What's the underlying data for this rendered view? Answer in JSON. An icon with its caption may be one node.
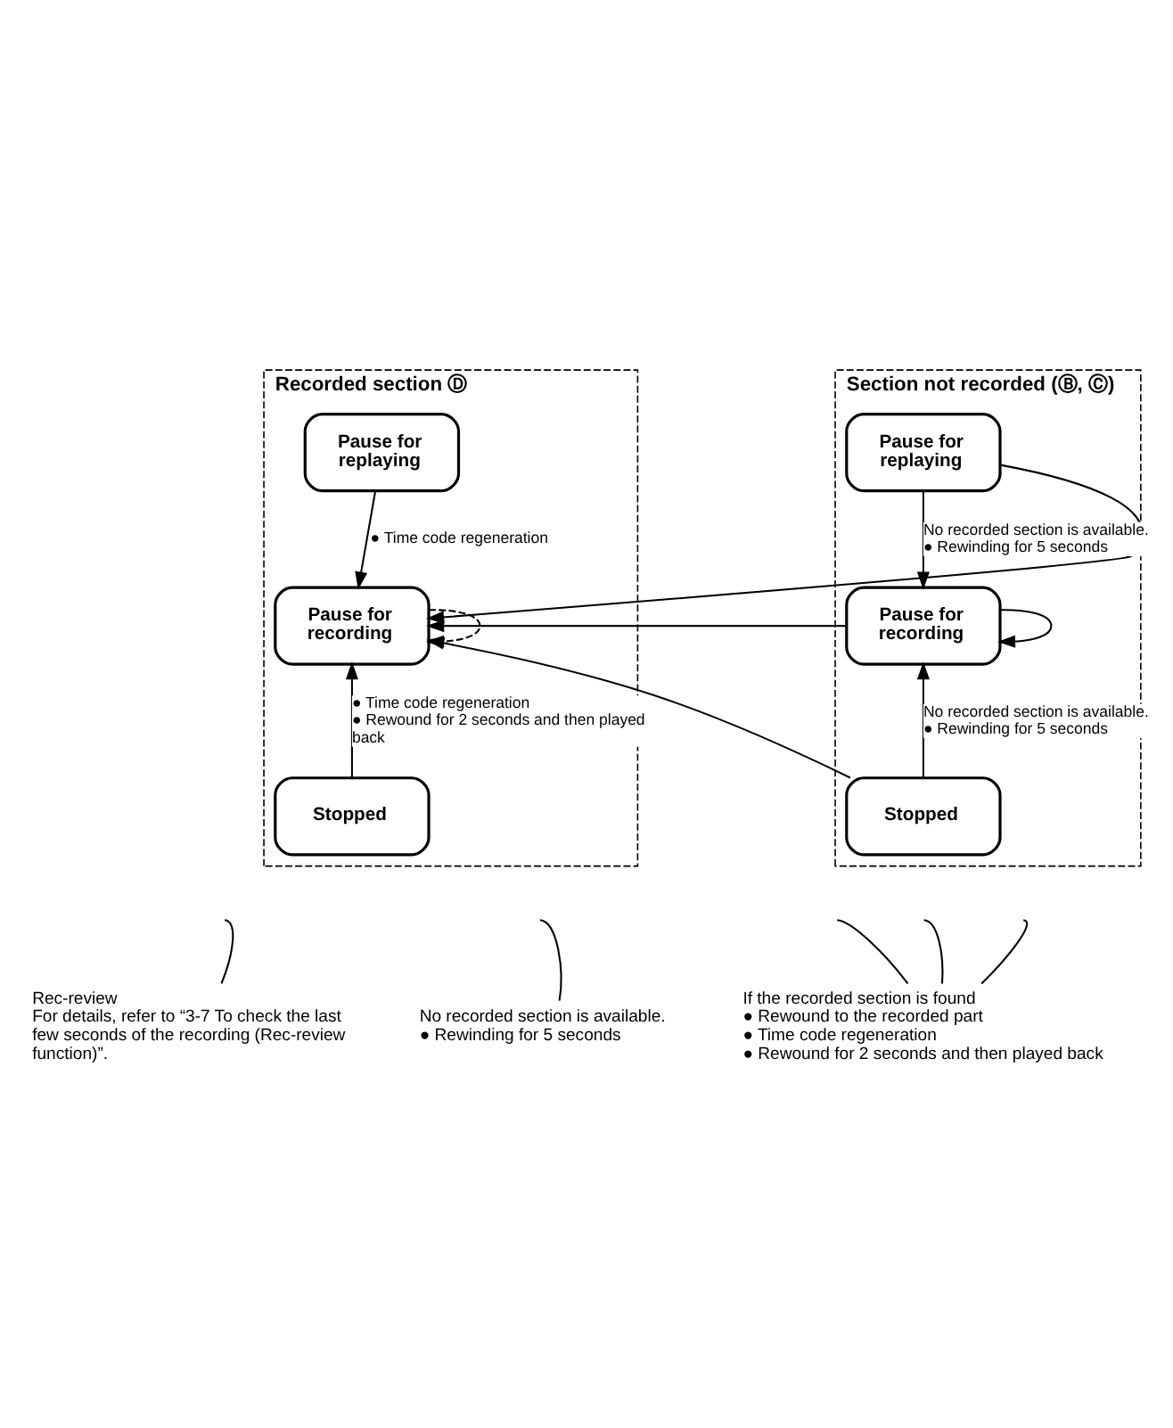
{
  "diagram": {
    "nodes": [
      {
        "text": [
          "Recorded section Ⓓ"
        ]
      },
      {
        "text": [
          "Pause for replaying"
        ],
        "in": 0
      },
      {
        "text": [
          "Pause for recording"
        ],
        "in": 0
      },
      {
        "text": [
          "Stopped"
        ],
        "in": 0
      },
      {
        "text": [
          "Section not recorded (Ⓑ, Ⓒ)"
        ]
      },
      {
        "text": [
          "Pause for replaying"
        ],
        "in": 4
      },
      {
        "text": [
          "Pause for recording"
        ],
        "in": 4
      },
      {
        "text": [
          "Stopped"
        ],
        "in": 4
      },
      {
        "text": [
          "Rec-review",
          "For details, refer to “3-7 To check the last few seconds of the recording (Rec-review function)”."
        ]
      },
      {
        "text": [
          "No recorded section is available.",
          "● Rewinding for 5 seconds"
        ]
      },
      {
        "text": [
          "If the recorded section is found",
          "● Rewound to the recorded part",
          "● Time code regeneration",
          "● Rewound for 2 seconds and then played back"
        ]
      }
    ],
    "edges": [
      {
        "from": 1,
        "to": 2,
        "arrow": "to",
        "label": "● Time code regeneration"
      },
      {
        "from": 3,
        "to": 2,
        "arrow": "to",
        "label": "● Time code regeneration ● Rewound for 2 seconds and then played back"
      },
      {
        "from": 2,
        "to": 2,
        "arrow": "to",
        "style": "dashed"
      },
      {
        "from": 5,
        "to": 6,
        "arrow": "to",
        "label": "No recorded section is available. ● Rewinding for 5 seconds"
      },
      {
        "from": 7,
        "to": 6,
        "arrow": "to",
        "label": "No recorded section is available. ● Rewinding for 5 seconds"
      },
      {
        "from": 6,
        "to": 6,
        "arrow": "to"
      },
      {
        "from": 5,
        "to": 2,
        "arrow": "to"
      },
      {
        "from": 6,
        "to": 2,
        "arrow": "to"
      },
      {
        "from": 7,
        "to": 2,
        "arrow": "to"
      },
      {
        "from": 8,
        "to": null,
        "arrow": "none"
      },
      {
        "from": 9,
        "to": null,
        "arrow": "none"
      },
      {
        "from": 10,
        "to": null,
        "arrow": "none"
      },
      {
        "from": 10,
        "to": null,
        "arrow": "none"
      },
      {
        "from": 10,
        "to": null,
        "arrow": "none"
      }
    ]
  }
}
